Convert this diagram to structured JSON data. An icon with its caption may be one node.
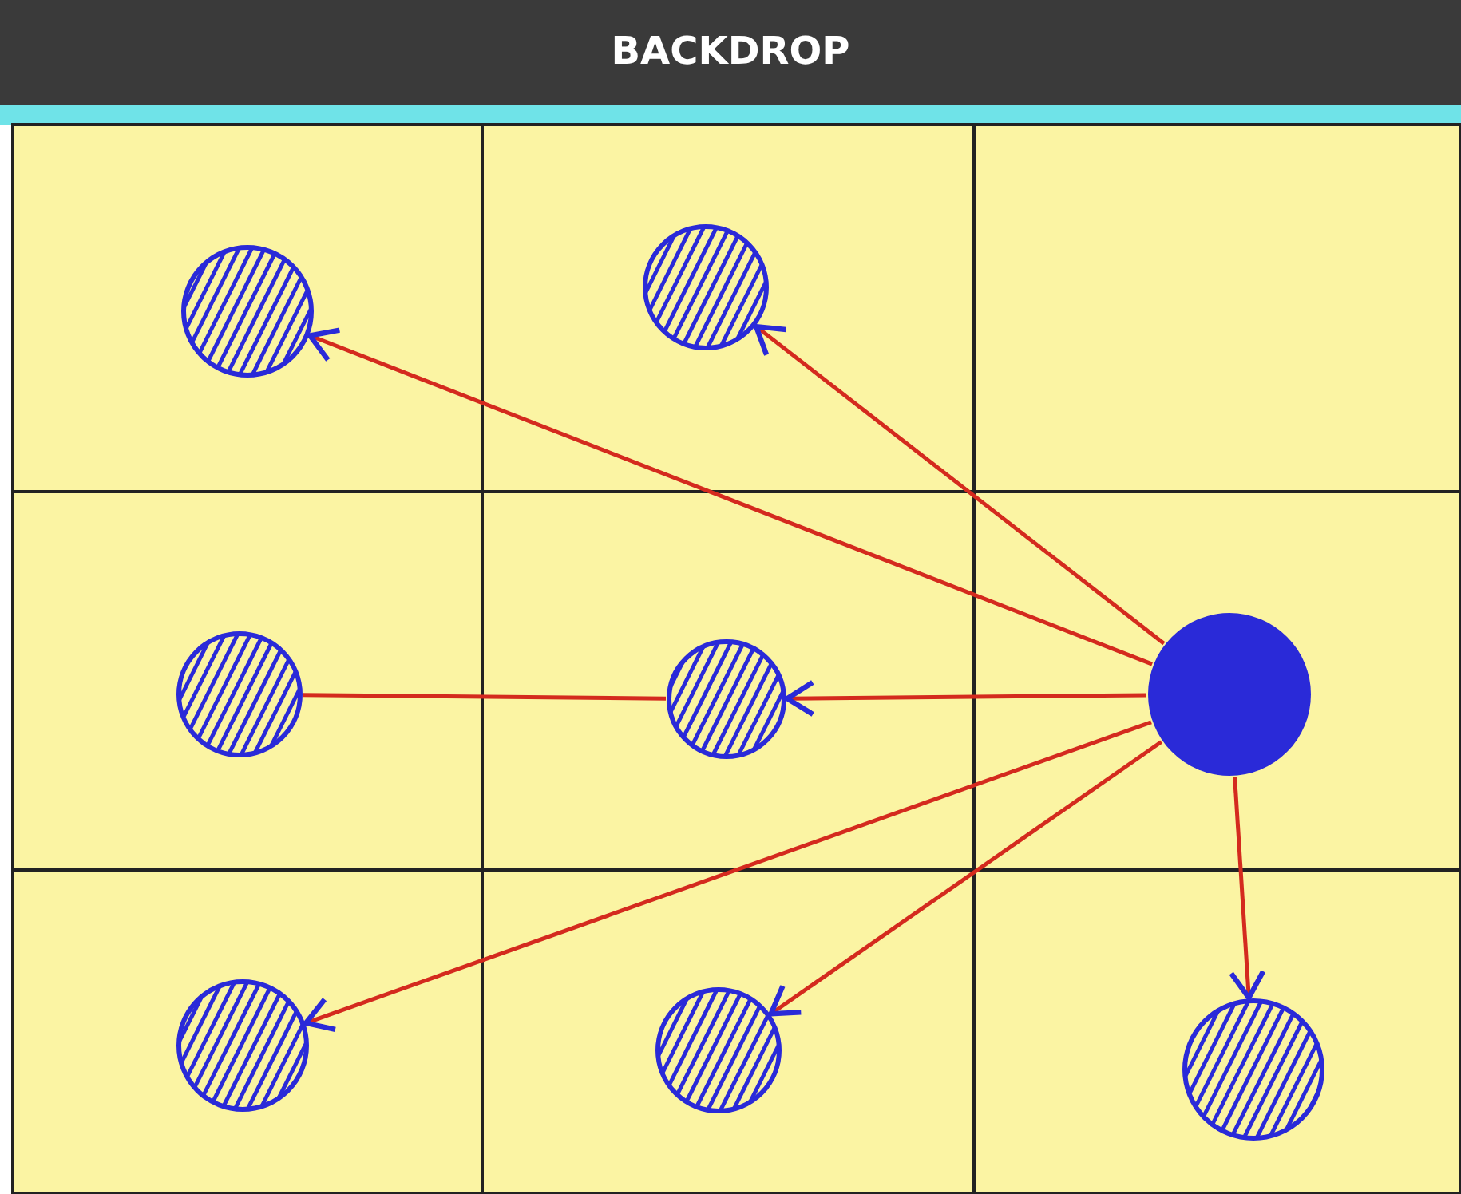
{
  "diagram": {
    "title": "BACKDROP",
    "nodes": [
      {
        "text": [],
        "shape": "circle"
      },
      {
        "text": [],
        "shape": "circle"
      },
      {
        "text": [],
        "shape": "circle"
      },
      {
        "text": [],
        "shape": "circle"
      },
      {
        "text": [],
        "shape": "circle"
      },
      {
        "text": [],
        "shape": "circle"
      },
      {
        "text": [],
        "shape": "circle"
      },
      {
        "text": [],
        "shape": "circle"
      }
    ],
    "edges": [
      {
        "from": 4,
        "to": 0,
        "arrow": "to"
      },
      {
        "from": 4,
        "to": 1,
        "arrow": "to"
      },
      {
        "from": 4,
        "to": 3,
        "arrow": "to"
      },
      {
        "from": 3,
        "to": 2,
        "arrow": "none"
      },
      {
        "from": 4,
        "to": 5,
        "arrow": "to"
      },
      {
        "from": 4,
        "to": 6,
        "arrow": "to"
      },
      {
        "from": 4,
        "to": 7,
        "arrow": "to"
      }
    ]
  }
}
